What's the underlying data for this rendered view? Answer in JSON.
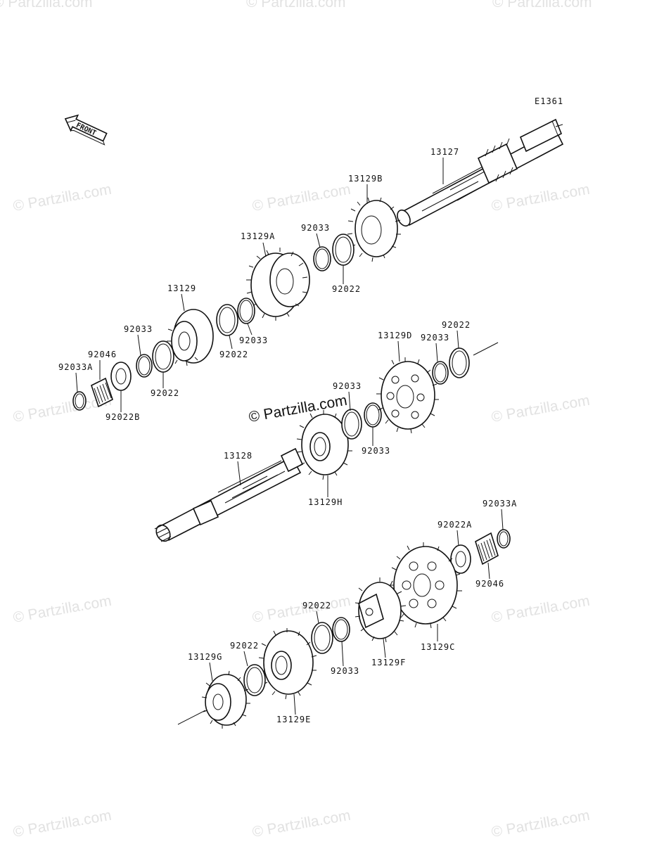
{
  "diagram_code": "E1361",
  "front_label": "FRONT",
  "watermark": {
    "small": "© Partzilla.com",
    "center": "© Partzilla.com"
  },
  "labels": {
    "p13127": "13127",
    "p13129B": "13129B",
    "p92033_a": "92033",
    "p92022_a": "92022",
    "p13129A": "13129A",
    "p13129": "13129",
    "p92022_b": "92022",
    "p92033_b": "92033",
    "p92033_c": "92033",
    "p92046_a": "92046",
    "p92033A_a": "92033A",
    "p92022_c": "92022",
    "p92022B": "92022B",
    "p13129D": "13129D",
    "p92033_d": "92033",
    "p92022_d": "92022",
    "p92033_e": "92033",
    "p92033_f": "92033",
    "p13128": "13128",
    "p13129H": "13129H",
    "p92033A_b": "92033A",
    "p92022A": "92022A",
    "p92046_b": "92046",
    "p13129C": "13129C",
    "p92022_e": "92022",
    "p92033_g": "92033",
    "p13129F": "13129F",
    "p92022_f": "92022",
    "p13129G": "13129G",
    "p13129E": "13129E"
  }
}
